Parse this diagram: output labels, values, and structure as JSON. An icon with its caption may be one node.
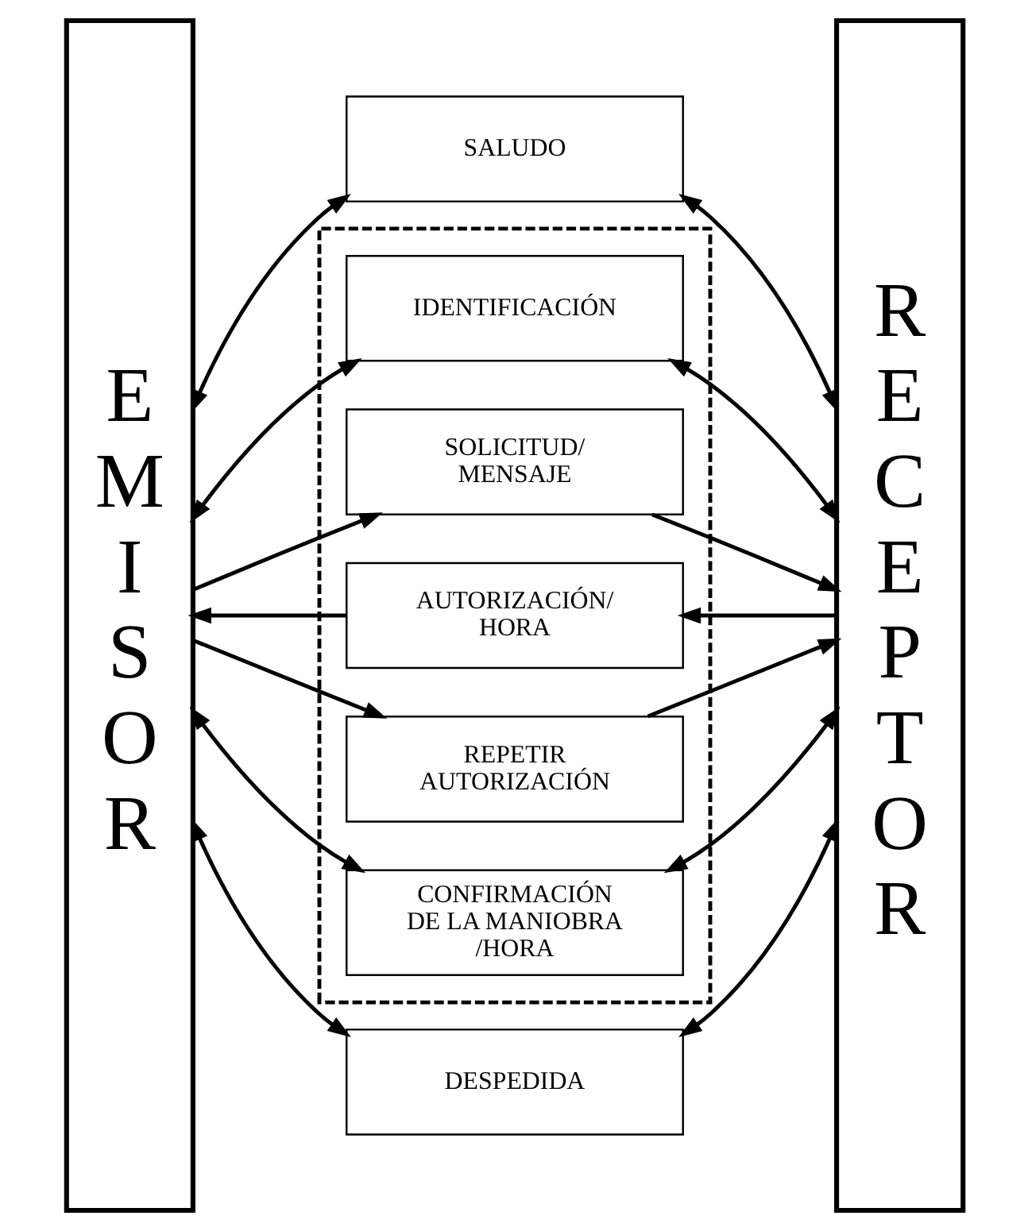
{
  "diagram": {
    "nodes": [
      {
        "text": [
          "EMISOR"
        ]
      },
      {
        "text": [
          "RECEPTOR"
        ]
      },
      {
        "text": [
          "SALUDO"
        ]
      },
      {
        "text": [],
        "shape": "box"
      },
      {
        "text": [
          "IDENTIFICACIÓN"
        ],
        "in": 3
      },
      {
        "text": [
          "SOLICITUD/ MENSAJE"
        ],
        "in": 3
      },
      {
        "text": [
          "AUTORIZACIÓN/ HORA"
        ],
        "in": 3
      },
      {
        "text": [
          "REPETIR AUTORIZACIÓN"
        ],
        "in": 3
      },
      {
        "text": [
          "CONFIRMACIÓN DE LA MANIOBRA /HORA"
        ],
        "in": 3
      },
      {
        "text": [
          "DESPEDIDA"
        ]
      }
    ],
    "edges": [
      {
        "from": 0,
        "to": 2,
        "arrow": "both"
      },
      {
        "from": 2,
        "to": 1,
        "arrow": "both"
      },
      {
        "from": 0,
        "to": 4,
        "arrow": "both"
      },
      {
        "from": 4,
        "to": 1,
        "arrow": "both"
      },
      {
        "from": 0,
        "to": 5,
        "arrow": "to"
      },
      {
        "from": 5,
        "to": 1,
        "arrow": "to"
      },
      {
        "from": 6,
        "to": 0,
        "arrow": "to"
      },
      {
        "from": 1,
        "to": 6,
        "arrow": "to"
      },
      {
        "from": 0,
        "to": 7,
        "arrow": "to"
      },
      {
        "from": 7,
        "to": 1,
        "arrow": "to"
      },
      {
        "from": 0,
        "to": 8,
        "arrow": "both"
      },
      {
        "from": 8,
        "to": 1,
        "arrow": "both"
      },
      {
        "from": 0,
        "to": 9,
        "arrow": "both"
      },
      {
        "from": 9,
        "to": 1,
        "arrow": "both"
      }
    ]
  }
}
